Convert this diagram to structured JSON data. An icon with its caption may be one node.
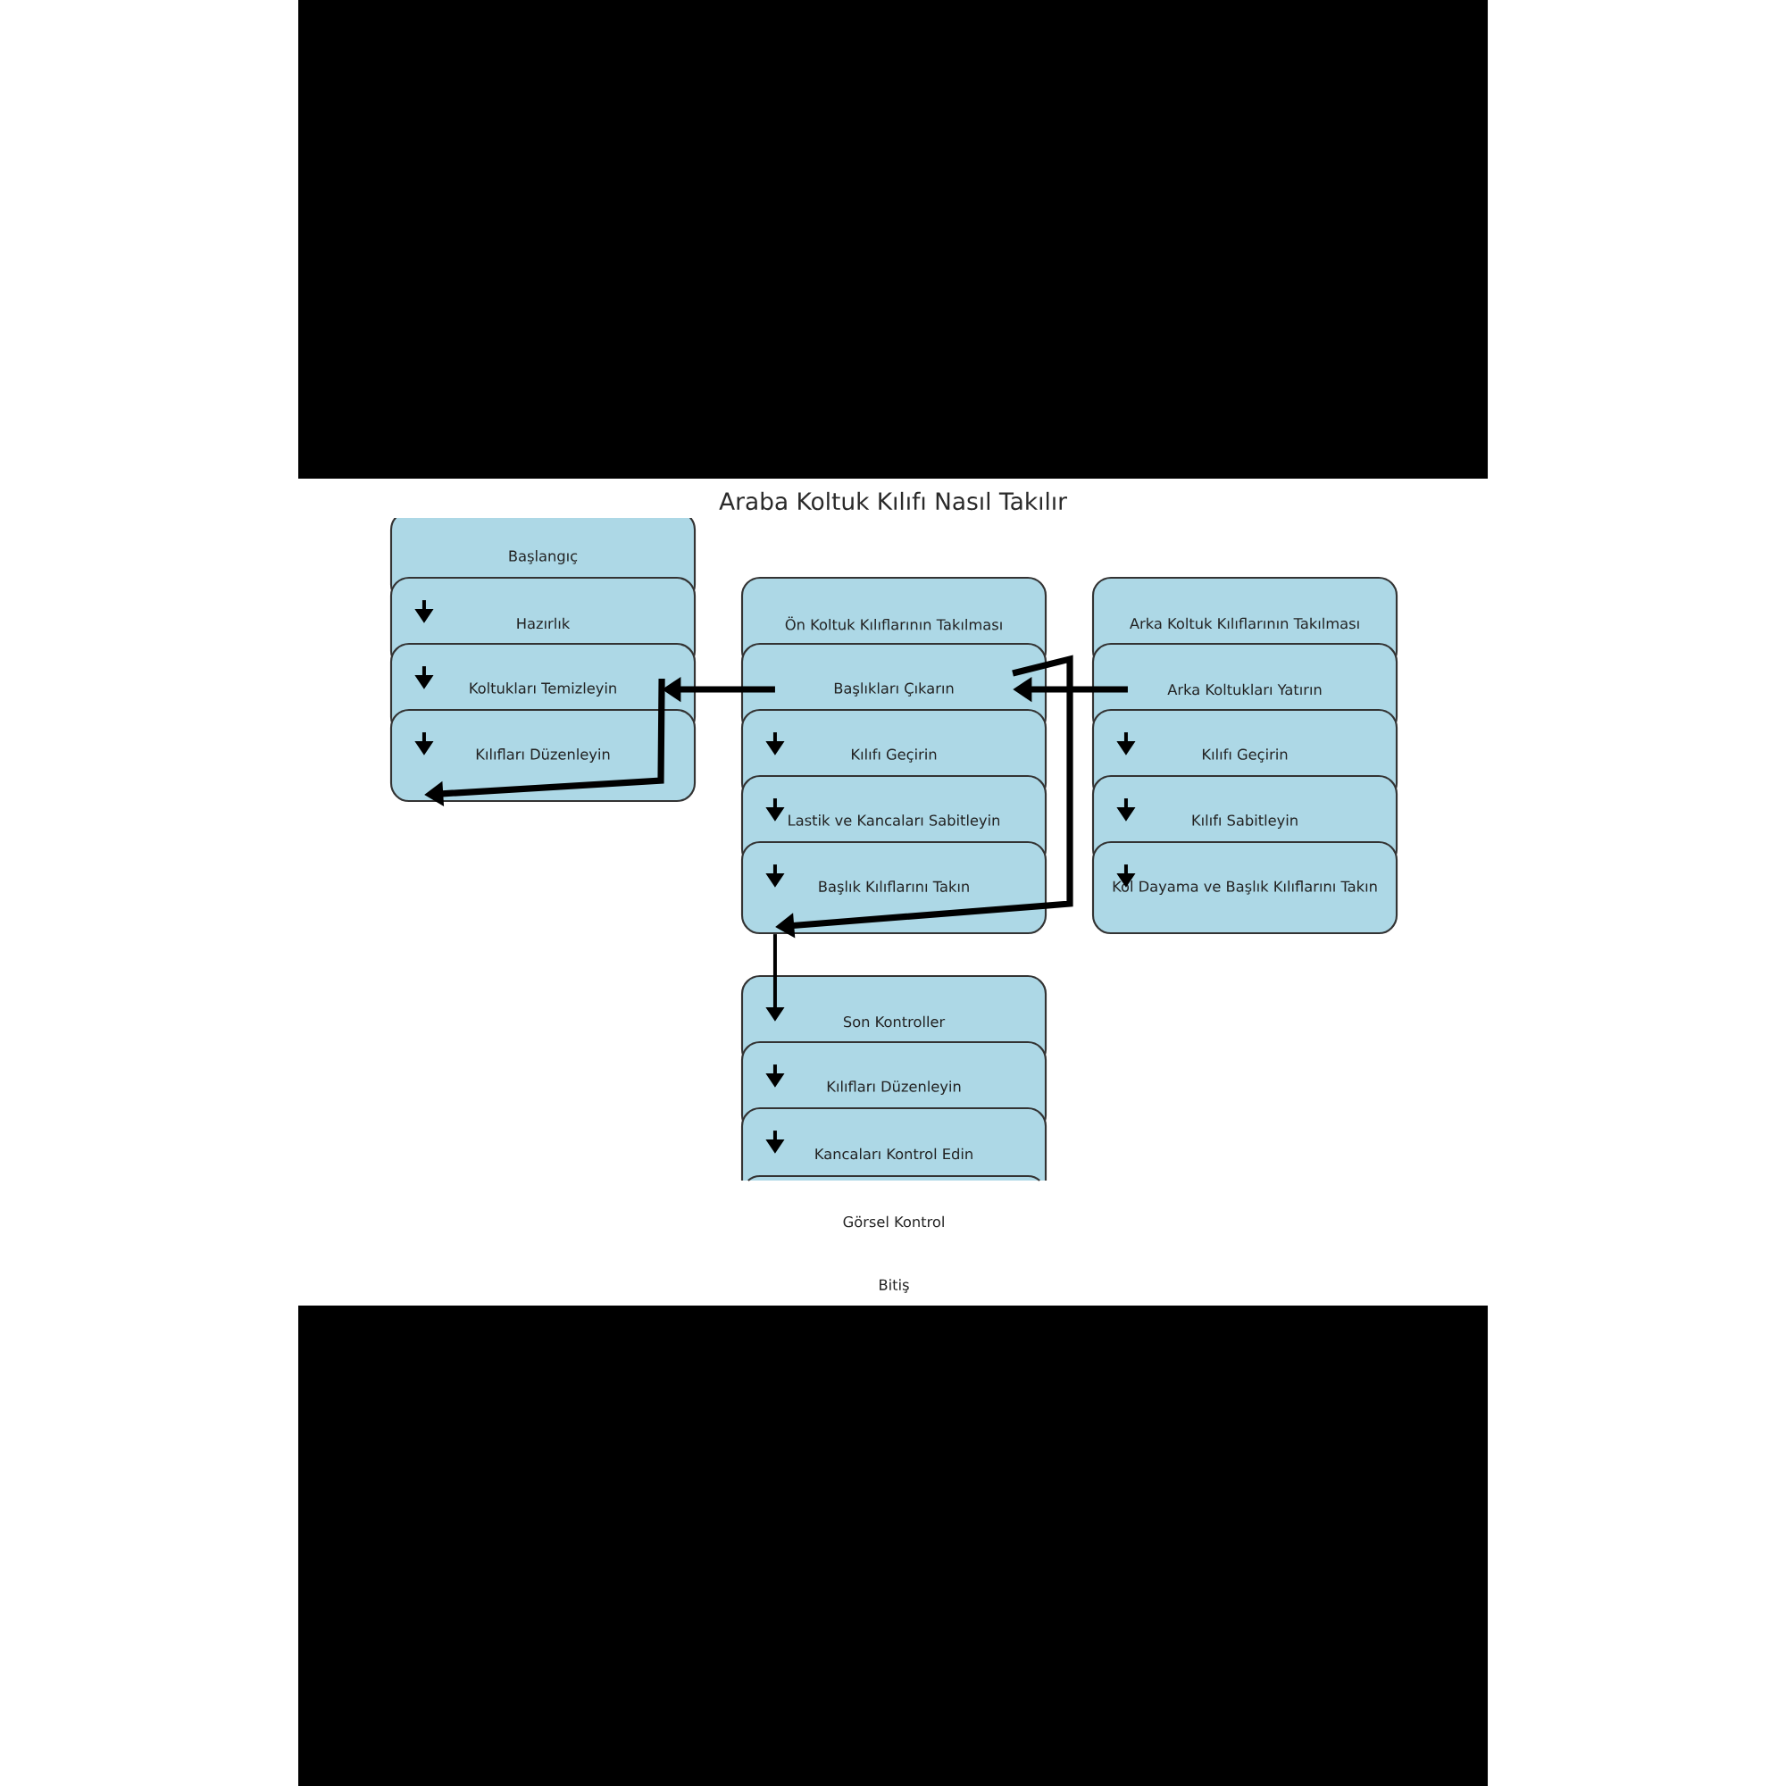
{
  "diagram": {
    "title": "Araba Koltuk Kılıfı Nasıl Takılır",
    "nodes": [
      {
        "text": [
          "Başlangıç"
        ]
      },
      {
        "text": [
          "Hazırlık"
        ]
      },
      {
        "text": [
          "Koltukları Temizleyin"
        ]
      },
      {
        "text": [
          "Kılıfları Düzenleyin"
        ]
      },
      {
        "text": [
          "Ön Koltuk Kılıflarının Takılması"
        ]
      },
      {
        "text": [
          "Başlıkları Çıkarın"
        ]
      },
      {
        "text": [
          "Kılıfı Geçirin"
        ]
      },
      {
        "text": [
          "Lastik ve Kancaları Sabitleyin"
        ]
      },
      {
        "text": [
          "Başlık Kılıflarını Takın"
        ]
      },
      {
        "text": [
          "Arka Koltuk Kılıflarının Takılması"
        ]
      },
      {
        "text": [
          "Arka Koltukları Yatırın"
        ]
      },
      {
        "text": [
          "Kılıfı Geçirin"
        ]
      },
      {
        "text": [
          "Kılıfı Sabitleyin"
        ]
      },
      {
        "text": [
          "Kol Dayama ve Başlık Kılıflarını Takın"
        ]
      },
      {
        "text": [
          "Son Kontroller"
        ]
      },
      {
        "text": [
          "Kılıfları Düzenleyin"
        ]
      },
      {
        "text": [
          "Kancaları Kontrol Edin"
        ]
      },
      {
        "text": [
          "Görsel Kontrol"
        ]
      }
    ],
    "edges": [
      {
        "from": 0,
        "to": 1,
        "arrow": "to"
      },
      {
        "from": 1,
        "to": 2,
        "arrow": "to"
      },
      {
        "from": 2,
        "to": 3,
        "arrow": "to"
      },
      {
        "from": 5,
        "to": 6,
        "arrow": "to"
      },
      {
        "from": 6,
        "to": 7,
        "arrow": "to"
      },
      {
        "from": 7,
        "to": 8,
        "arrow": "to"
      },
      {
        "from": 10,
        "to": 11,
        "arrow": "to"
      },
      {
        "from": 11,
        "to": 12,
        "arrow": "to"
      },
      {
        "from": 12,
        "to": 13,
        "arrow": "to"
      },
      {
        "from": 8,
        "to": 14,
        "arrow": "to"
      },
      {
        "from": 14,
        "to": 15,
        "arrow": "to"
      },
      {
        "from": 15,
        "to": 16,
        "arrow": "to"
      },
      {
        "from": 10,
        "to": 5,
        "arrow": "to",
        "style": "thick"
      },
      {
        "from": 5,
        "to": 2,
        "arrow": "to",
        "style": "thick"
      },
      {
        "from": 2,
        "to": 3,
        "arrow": "to",
        "style": "thick"
      },
      {
        "from": 5,
        "to": 8,
        "arrow": "to",
        "style": "thick"
      }
    ],
    "labels": [
      "Bitiş"
    ]
  }
}
